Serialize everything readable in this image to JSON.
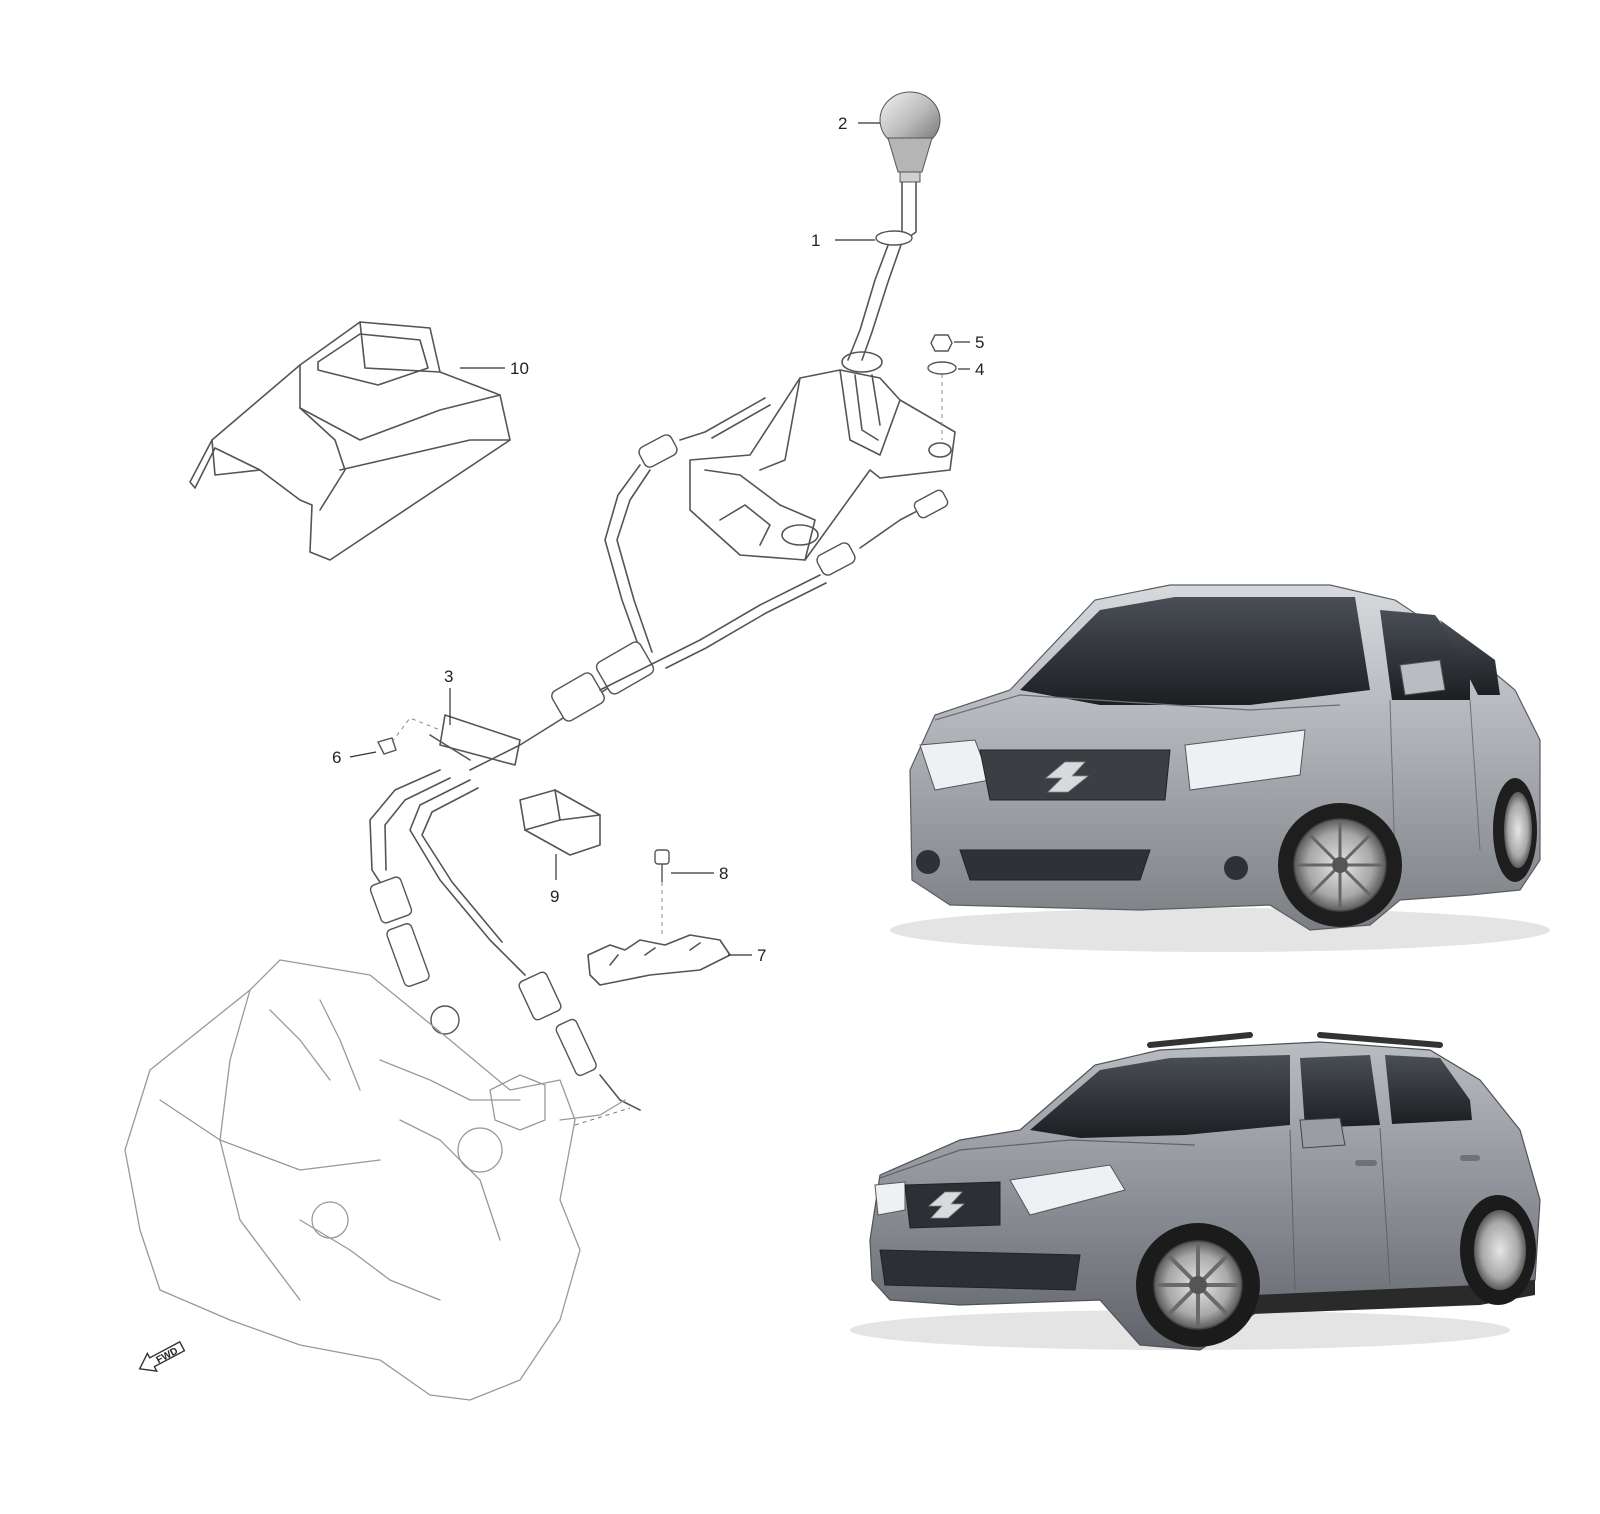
{
  "diagram": {
    "callouts": [
      {
        "id": "callout-1",
        "number": "1"
      },
      {
        "id": "callout-2",
        "number": "2"
      },
      {
        "id": "callout-3",
        "number": "3"
      },
      {
        "id": "callout-4",
        "number": "4"
      },
      {
        "id": "callout-5",
        "number": "5"
      },
      {
        "id": "callout-6",
        "number": "6"
      },
      {
        "id": "callout-7",
        "number": "7"
      },
      {
        "id": "callout-8",
        "number": "8"
      },
      {
        "id": "callout-9",
        "number": "9"
      },
      {
        "id": "callout-10",
        "number": "10"
      }
    ],
    "direction_marker": "FWD"
  },
  "photos": {
    "sedan": {
      "badge_icon": "suzuki-logo-icon",
      "body_color": "#a9adb2"
    },
    "crossover": {
      "badge_icon": "suzuki-logo-icon",
      "body_color": "#8d9197"
    }
  }
}
